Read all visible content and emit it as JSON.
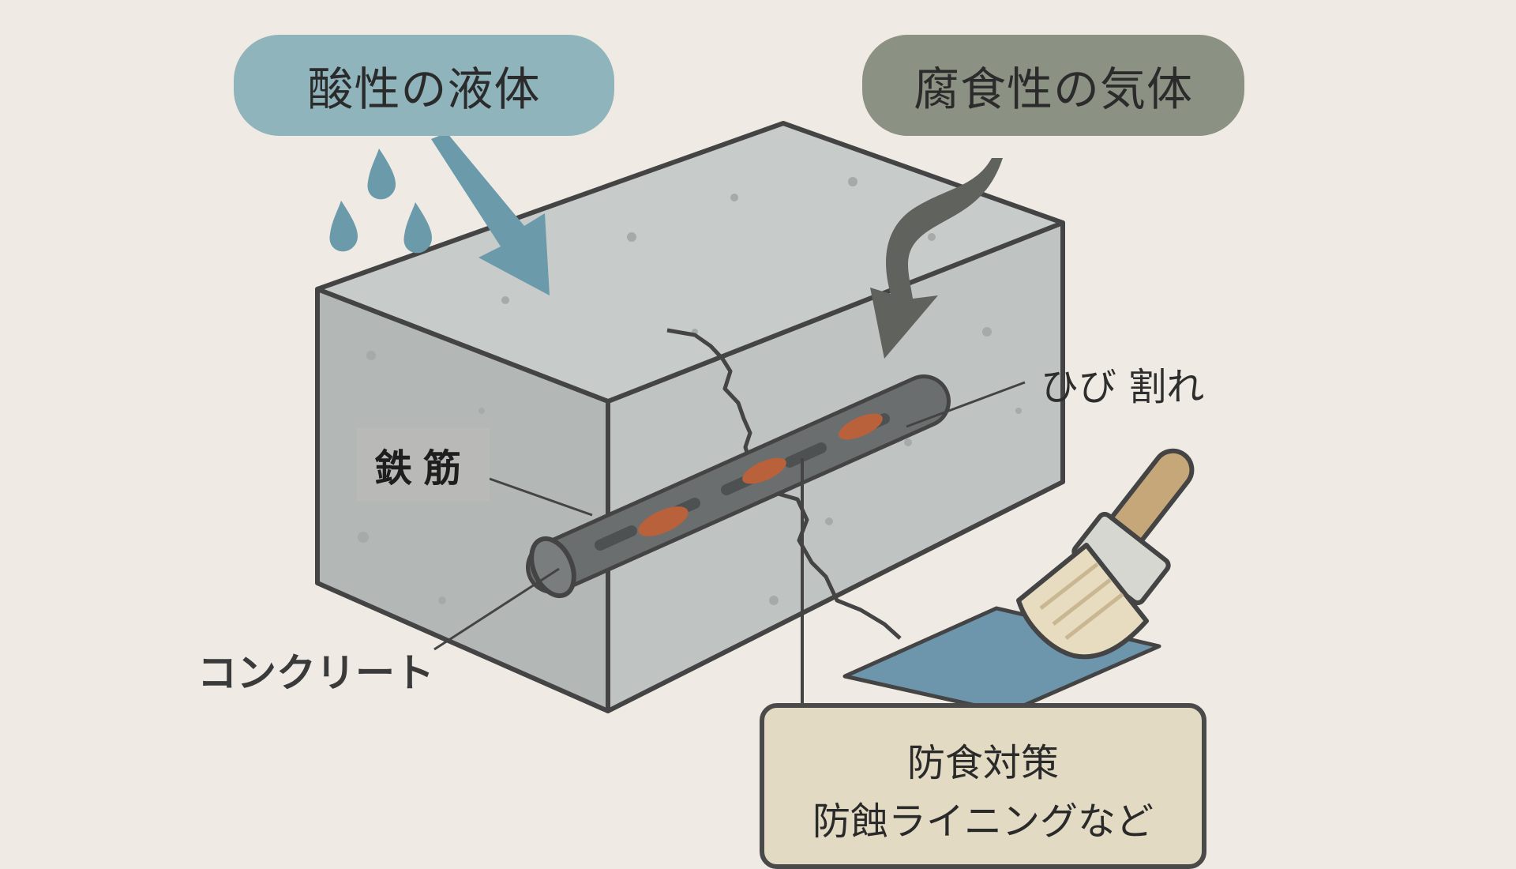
{
  "labels": {
    "acid_liquid": "酸性の液体",
    "corrosive_gas": "腐食性の気体",
    "crack": "ひび 割れ",
    "rebar": "鉄筋",
    "concrete": "コンクリート",
    "countermeasure_title": "防食対策",
    "countermeasure_detail": "防蝕ライニングなど"
  },
  "colors": {
    "background": "#efebe4",
    "acid_label": "#8fb4bc",
    "gas_label": "#8b9183",
    "acid_arrow": "#6b9aab",
    "gas_arrow": "#5f625d",
    "concrete_front": "#b5b9b8",
    "concrete_top": "#c7cbc9",
    "rust": "#b9613a",
    "brush_handle": "#c5a77a",
    "lining": "#6d95ac",
    "countermeasure_box": "#e3dac3"
  },
  "icons": [
    "water-drop-icon",
    "paint-brush-icon"
  ]
}
